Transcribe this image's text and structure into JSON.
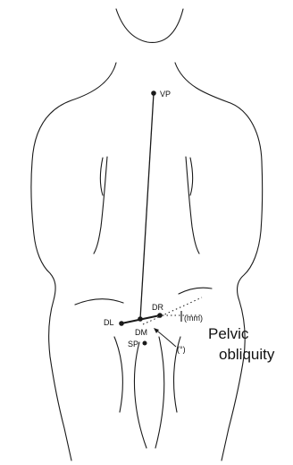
{
  "diagram": {
    "labels": {
      "vp": "VP",
      "dl": "DL",
      "dr": "DR",
      "dm": "DM",
      "sp": "SP",
      "mm": "(mm)",
      "deg": "(°)",
      "title_line1": "Pelvic",
      "title_line2": "obliquity"
    },
    "colors": {
      "line": "#1a1a1a",
      "text": "#111111",
      "background": "#ffffff"
    }
  }
}
